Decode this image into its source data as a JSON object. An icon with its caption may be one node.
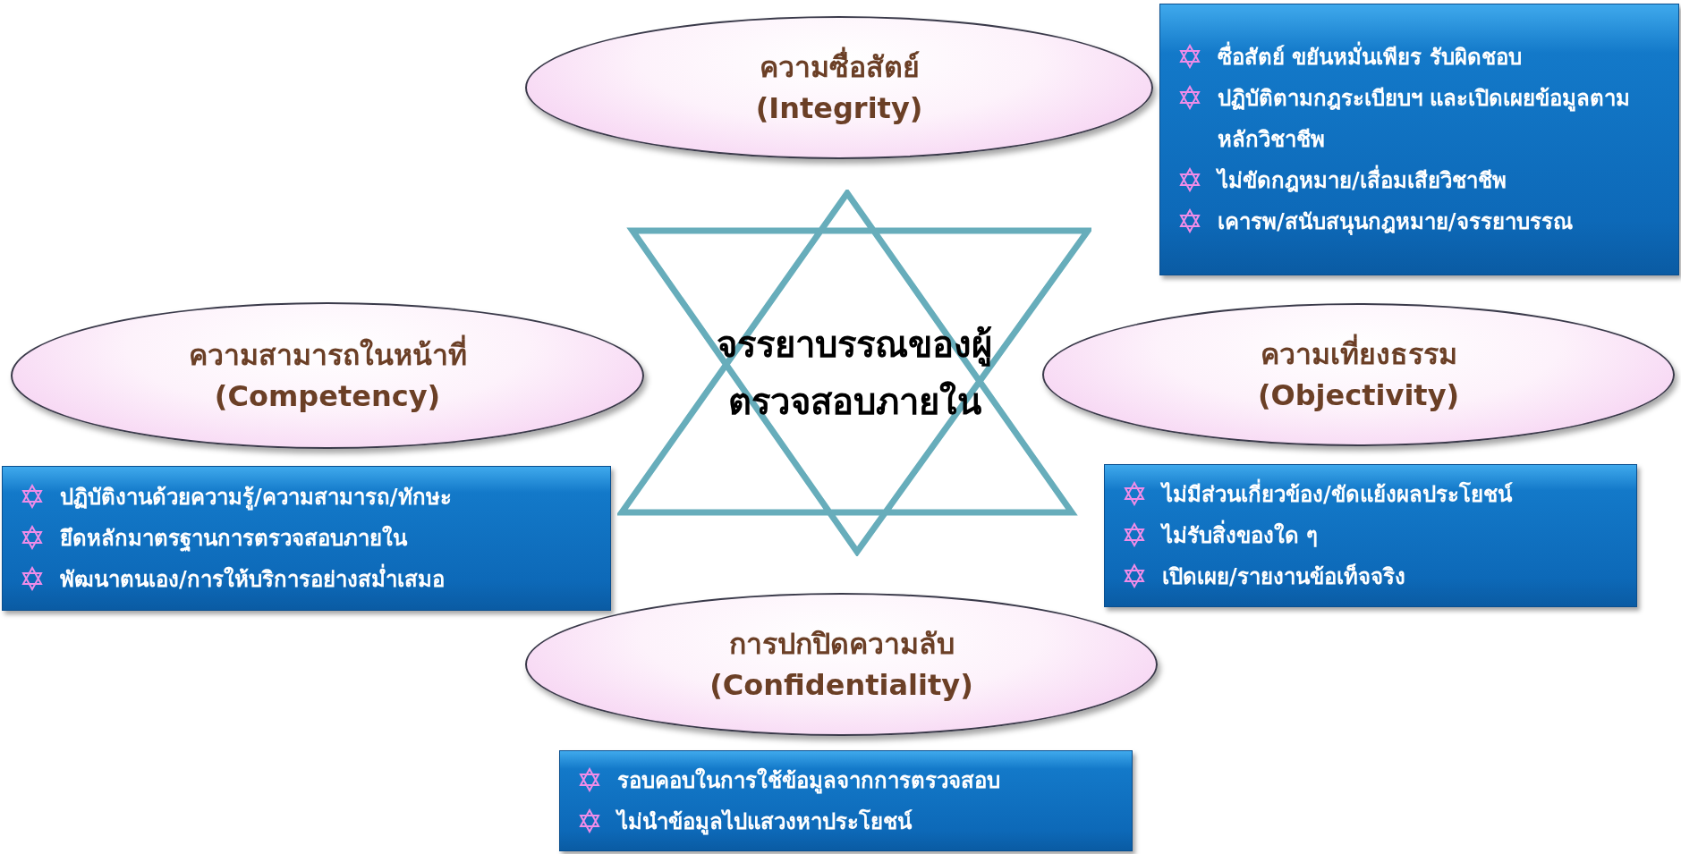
{
  "diagram": {
    "nodes": [
      {
        "text": [
          "จรรยาบรรณของผู้ตรวจสอบภายใน"
        ]
      },
      {
        "text": [
          "ความซื่อสัตย์",
          "(Integrity)"
        ]
      },
      {
        "text": [
          "ซื่อสัตย์ ขยันหมั่นเพียร รับผิดชอบ",
          "ปฏิบัติตามกฎระเบียบฯ และเปิดเผยข้อมูลตามหลักวิชาชีพ",
          "ไม่ขัดกฎหมาย/เสื่อมเสียวิชาชีพ",
          "เคารพ/สนับสนุนกฎหมาย/จรรยาบรรณ"
        ]
      },
      {
        "text": [
          "ความสามารถในหน้าที่",
          "(Competency)"
        ]
      },
      {
        "text": [
          "ความเที่ยงธรรม",
          "(Objectivity)"
        ]
      },
      {
        "text": [
          "ปฏิบัติงานด้วยความรู้/ความสามารถ/ทักษะ",
          "ยึดหลักมาตรฐานการตรวจสอบภายใน",
          "พัฒนาตนเอง/การให้บริการอย่างสม่ำเสมอ"
        ]
      },
      {
        "text": [
          "ไม่มีส่วนเกี่ยวข้อง/ขัดแย้งผลประโยชน์",
          "ไม่รับสิ่งของใด ๆ",
          "เปิดเผย/รายงานข้อเท็จจริง"
        ]
      },
      {
        "text": [
          "การปกปิดความลับ",
          "(Confidentiality)"
        ]
      },
      {
        "text": [
          "รอบคอบในการใช้ข้อมูลจากการตรวจสอบ",
          "ไม่นำข้อมูลไปแสวงหาประโยชน์"
        ]
      }
    ]
  }
}
